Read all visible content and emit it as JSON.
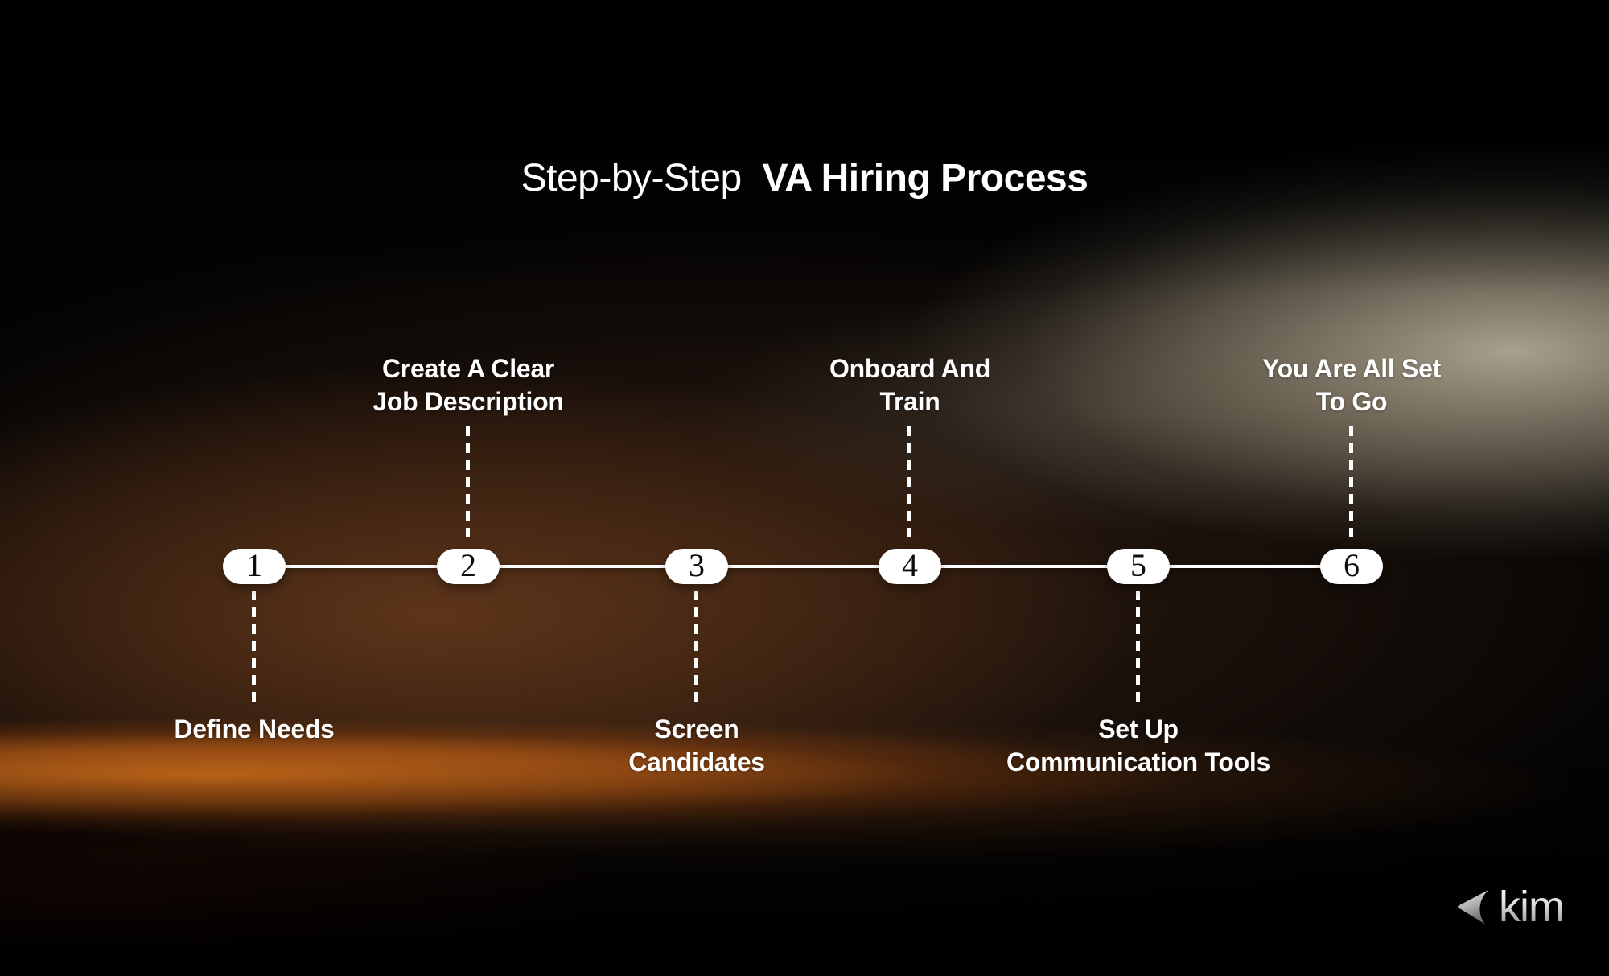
{
  "title": {
    "regular": "Step-by-Step",
    "bold": "VA Hiring Process"
  },
  "steps": [
    {
      "number": "1",
      "side": "below",
      "lines": [
        "Define Needs"
      ]
    },
    {
      "number": "2",
      "side": "above",
      "lines": [
        "Create A Clear",
        "Job Description"
      ]
    },
    {
      "number": "3",
      "side": "below",
      "lines": [
        "Screen",
        "Candidates"
      ]
    },
    {
      "number": "4",
      "side": "above",
      "lines": [
        "Onboard And",
        "Train"
      ]
    },
    {
      "number": "5",
      "side": "below",
      "lines": [
        "Set Up",
        "Communication Tools"
      ]
    },
    {
      "number": "6",
      "side": "above",
      "lines": [
        "You Are All Set",
        "To Go"
      ]
    }
  ],
  "brand": {
    "name": "kim",
    "icon": "kim-chevron-icon"
  },
  "colors": {
    "background_base": "#000000",
    "accent_orange": "#e57a1d",
    "glow_beige": "#b2a894",
    "warm_brown": "#63381b",
    "node_fill": "#ffffff",
    "node_number": "#0d0d0d",
    "text": "#ffffff"
  }
}
